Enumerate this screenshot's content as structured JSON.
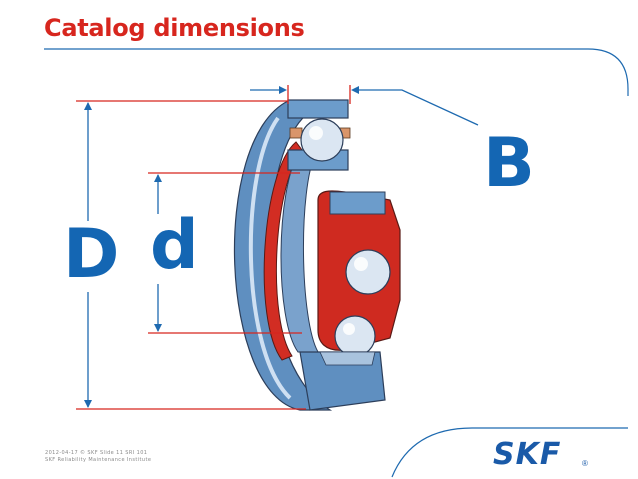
{
  "slide": {
    "title": "Catalog dimensions"
  },
  "labels": {
    "outer_diameter": "D",
    "bore_diameter": "d",
    "width": "B"
  },
  "footer": {
    "line1": "2012-04-17 © SKF Slide 11 SRI 101",
    "line2": "SKF Reliability Maintenance Institute"
  },
  "logo": {
    "text": "SKF",
    "registered": "®"
  },
  "colors": {
    "title": "#d7261e",
    "dimension_labels": "#1466b3",
    "frame_lines": "#1e6ab0",
    "dimension_lines": "#d7261e",
    "logo": "#1a5aa8"
  }
}
